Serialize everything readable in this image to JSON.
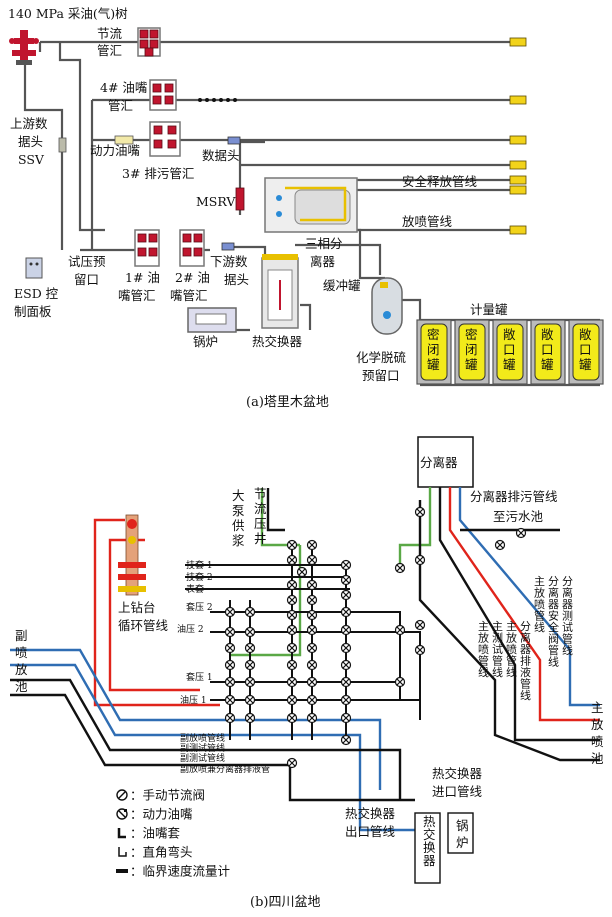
{
  "panel_a": {
    "caption": "(a)塔里木盆地",
    "labels": {
      "tree": "140 MPa 采油(气)树",
      "choke_manifold": [
        "节流",
        "管汇"
      ],
      "oil_choke_4": [
        "4# 油嘴",
        "管汇"
      ],
      "power_choke": "动力油嘴",
      "blowdown_3": "3# 排污管汇",
      "data_head": "数据头",
      "upstream_ssv": [
        "上游数",
        "据头",
        "SSV"
      ],
      "msrv": "MSRV",
      "safety_release": "安全释放管线",
      "flare_line": "放喷管线",
      "three_phase": [
        "三相分",
        "离器"
      ],
      "esd": [
        "ESD 控",
        "制面板"
      ],
      "pressure_test": [
        "试压预",
        "留口"
      ],
      "oil_choke_1": [
        "1# 油",
        "嘴管汇"
      ],
      "oil_choke_2": [
        "2# 油",
        "嘴管汇"
      ],
      "downstream": [
        "下游数",
        "据头"
      ],
      "buffer_tank": "缓冲罐",
      "metering_tank": "计量罐",
      "boiler": "锅炉",
      "heat_exchanger": "热交换器",
      "desulfur": [
        "化学脱硫",
        "预留口"
      ]
    },
    "tanks": [
      {
        "label": [
          "密",
          "闭",
          "罐"
        ]
      },
      {
        "label": [
          "密",
          "闭",
          "罐"
        ]
      },
      {
        "label": [
          "敞",
          "口",
          "罐"
        ]
      },
      {
        "label": [
          "敞",
          "口",
          "罐"
        ]
      },
      {
        "label": [
          "敞",
          "口",
          "罐"
        ]
      }
    ]
  },
  "panel_b": {
    "caption": "(b)四川盆地",
    "labels": {
      "separator": "分离器",
      "separator_drain": "分离器排污管线",
      "to_sewage": "至污水池",
      "big_pump": [
        "大",
        "泵",
        "供",
        "浆"
      ],
      "choke_pressure_well": [
        "节",
        "流",
        "压",
        "井"
      ],
      "upper_rig": [
        "上钻台",
        "循环管线"
      ],
      "aux_flare_pool": [
        "副",
        "喷",
        "放",
        "池"
      ],
      "main_flare_pool": [
        "主",
        "放",
        "喷",
        "池"
      ],
      "casing_1": "技套 1",
      "casing_2": "技套 2",
      "surface_casing": "表套",
      "casing_pressure_2": "套压 2",
      "oil_pressure_2": "油压 2",
      "casing_pressure_1": "套压 1",
      "oil_pressure_1": "油压 1",
      "aux_flare_line": "副放喷管线",
      "aux_test_line_1": "副测试管线",
      "aux_test_line_2": "副测试管线",
      "aux_flare_drain": "副放喷兼分离器排液管",
      "hx_inlet": [
        "热交换器",
        "进口管线"
      ],
      "hx_outlet": [
        "热交换器",
        "出口管线"
      ],
      "hx_box": [
        "热",
        "交",
        "换",
        "器"
      ],
      "boiler": [
        "锅",
        "炉"
      ],
      "vertical_lines": [
        [
          "主",
          "放",
          "喷",
          "管",
          "线"
        ],
        [
          "主",
          "测",
          "试",
          "管",
          "线"
        ],
        [
          "主",
          "放",
          "喷",
          "管",
          "线"
        ],
        [
          "分",
          "离",
          "器",
          "排",
          "液",
          "管",
          "线"
        ],
        [
          "主",
          "放",
          "喷",
          "管",
          "线"
        ],
        [
          "分",
          "离",
          "器",
          "安",
          "全",
          "阀",
          "管",
          "线"
        ],
        [
          "分",
          "离",
          "器",
          "测",
          "试",
          "管",
          "线"
        ]
      ]
    },
    "legend": [
      {
        "icon": "manual-choke-valve-icon",
        "label": "：手动节流阀"
      },
      {
        "icon": "power-choke-icon",
        "label": "：动力油嘴"
      },
      {
        "icon": "choke-sleeve-icon",
        "label": "：油嘴套"
      },
      {
        "icon": "elbow-icon",
        "label": "：直角弯头"
      },
      {
        "icon": "critical-flowmeter-icon",
        "label": "：临界速度流量计"
      }
    ],
    "colors": {
      "red": "#e0241b",
      "blue": "#2f6db3",
      "green": "#5aa846",
      "black": "#111111"
    }
  }
}
